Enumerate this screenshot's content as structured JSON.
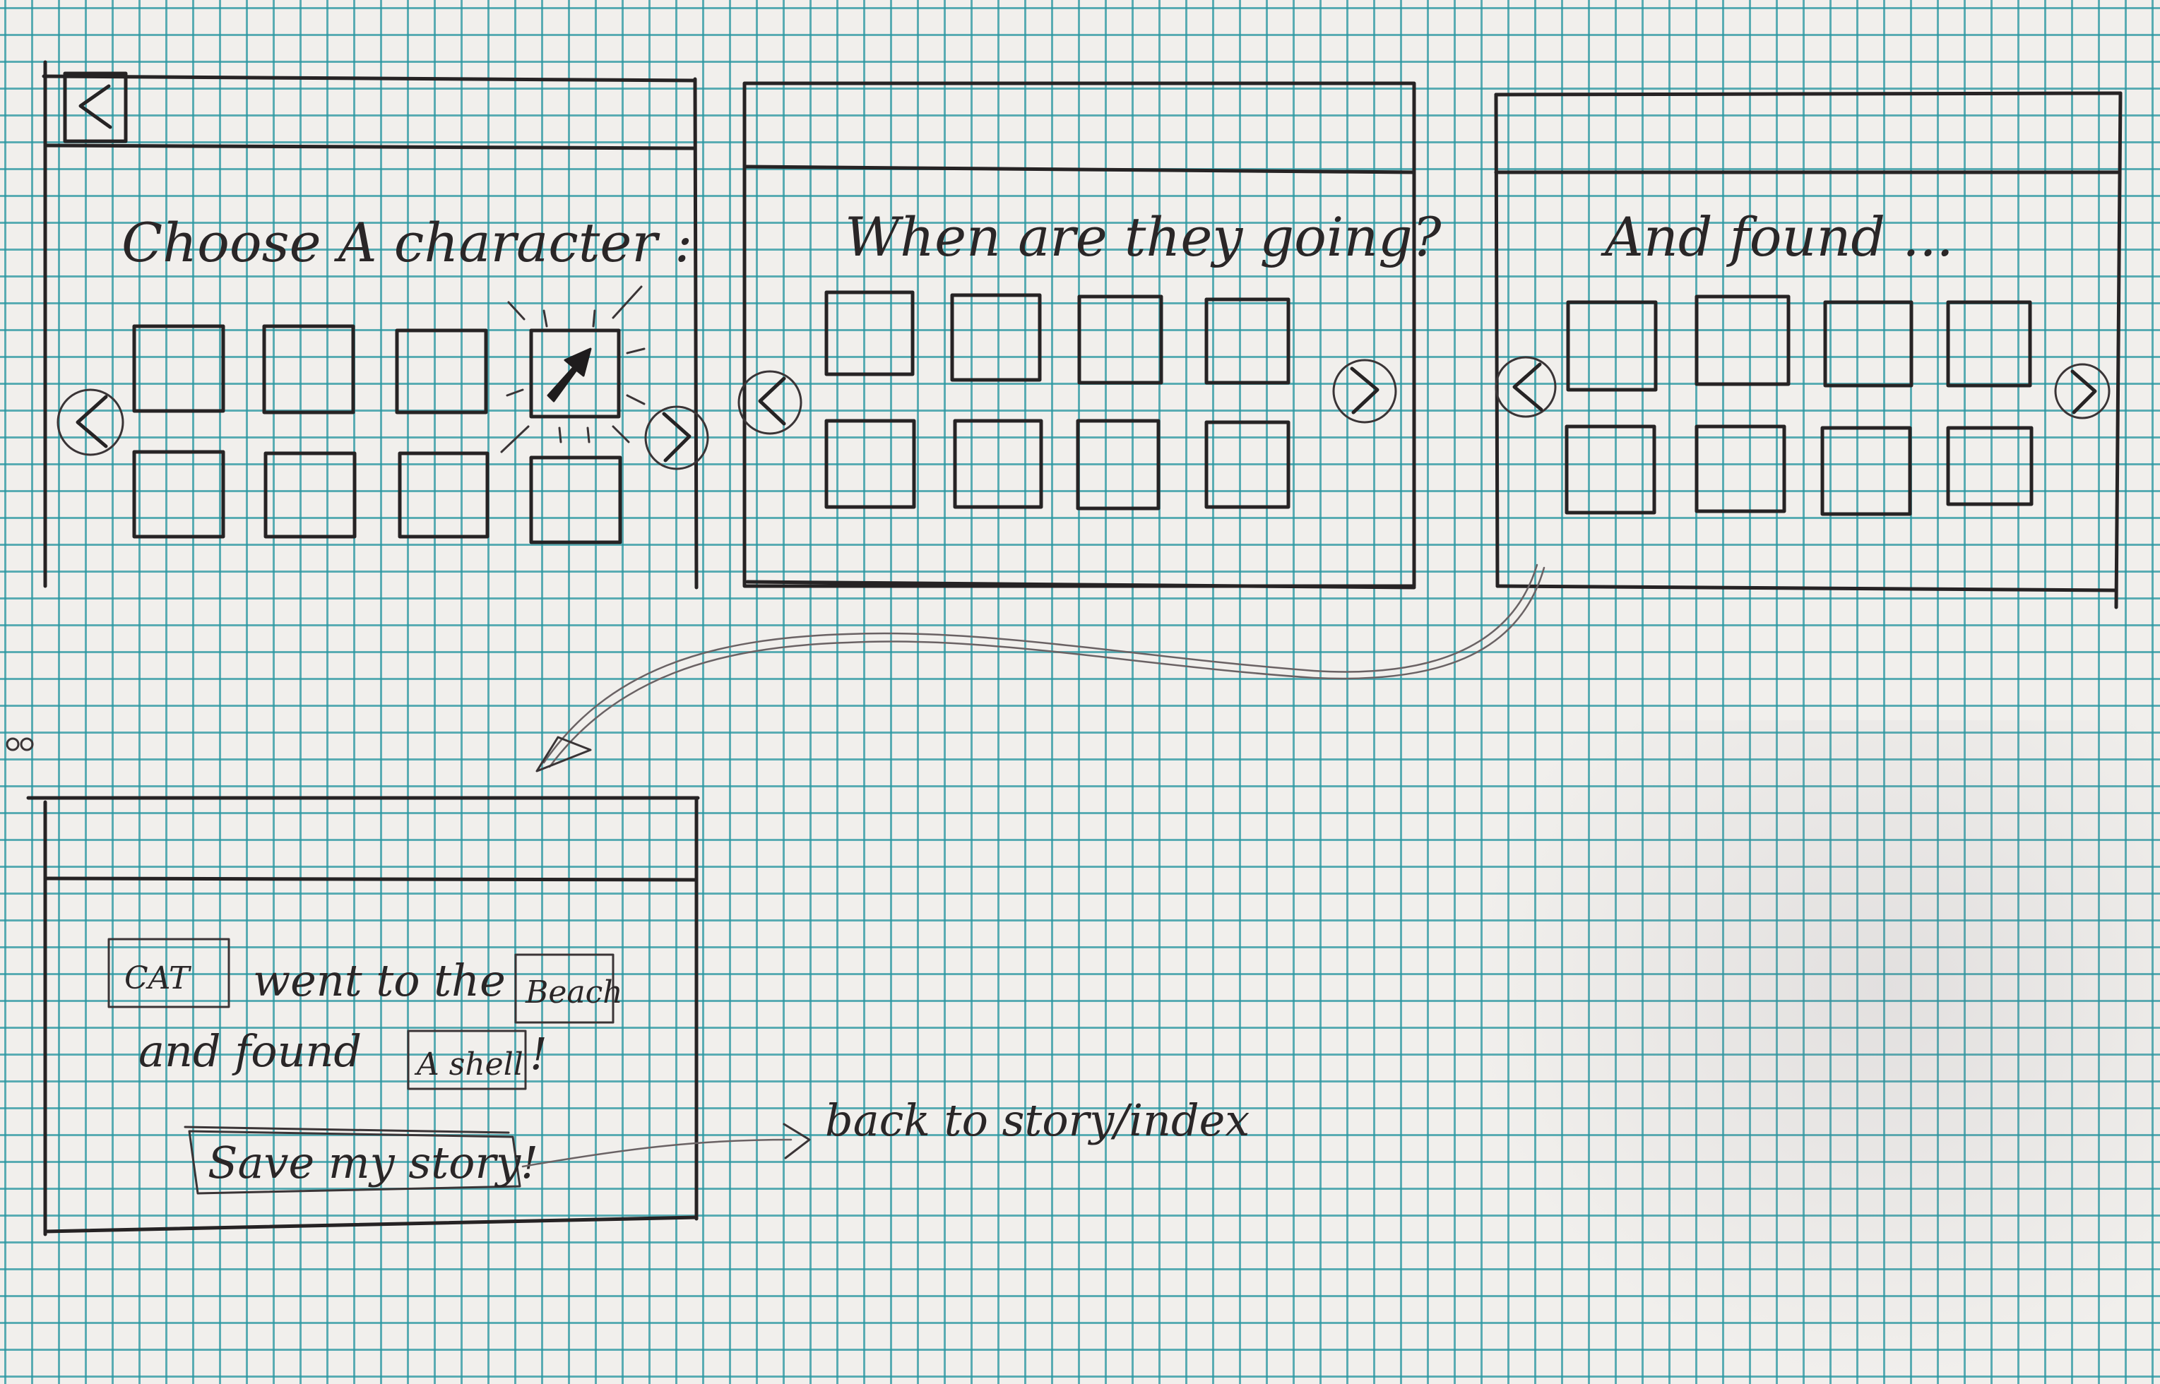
{
  "screens": {
    "character": {
      "title": "Choose A character :"
    },
    "place": {
      "title": "When are they going?"
    },
    "found": {
      "title": "And found ..."
    },
    "story": {
      "slot_character": "CAT",
      "went_text": "went to the",
      "slot_place": "Beach",
      "found_text": "and found",
      "slot_item": "A shell",
      "exclamation": "!",
      "save_label": "Save my story!"
    }
  },
  "annotation": {
    "back_note": "back to story/index"
  },
  "icons": {
    "back": "back-arrow-icon",
    "prev": "chevron-left-icon",
    "next": "chevron-right-icon",
    "cursor": "cursor-arrow-icon"
  }
}
